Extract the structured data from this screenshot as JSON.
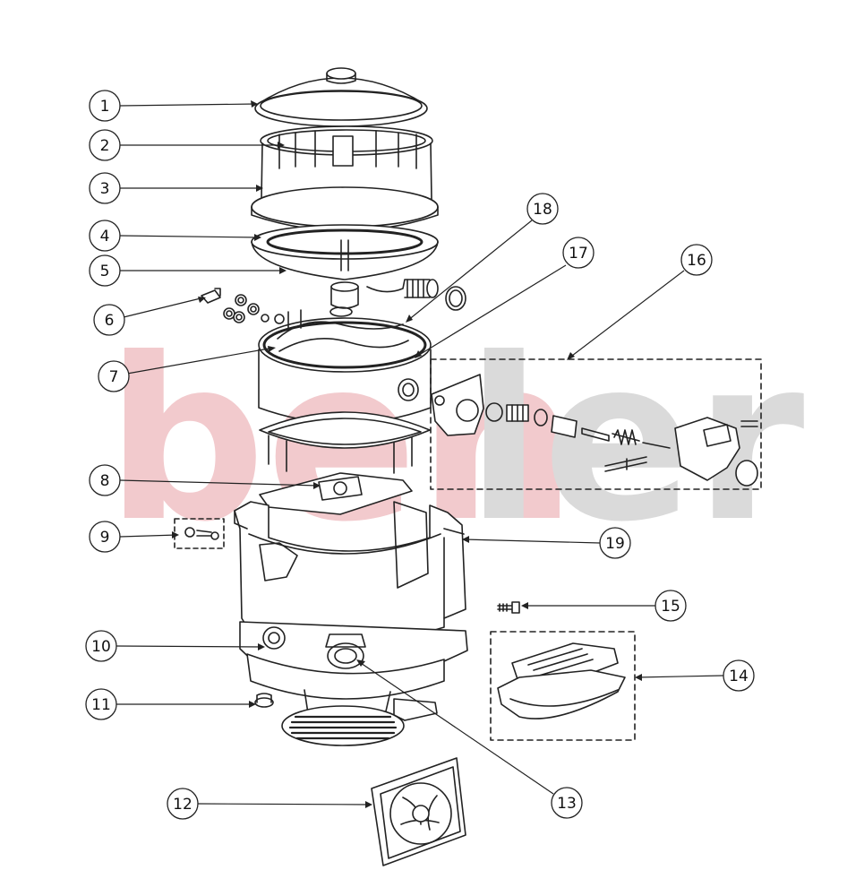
{
  "watermark": {
    "part1": "ben",
    "part2": "ler",
    "color_primary": "#e8a0a6",
    "color_secondary": "#bdbdbd"
  },
  "callouts": [
    {
      "label": "1"
    },
    {
      "label": "2"
    },
    {
      "label": "3"
    },
    {
      "label": "4"
    },
    {
      "label": "5"
    },
    {
      "label": "6"
    },
    {
      "label": "7"
    },
    {
      "label": "8"
    },
    {
      "label": "9"
    },
    {
      "label": "10"
    },
    {
      "label": "11"
    },
    {
      "label": "12"
    },
    {
      "label": "13"
    },
    {
      "label": "14"
    },
    {
      "label": "15"
    },
    {
      "label": "16"
    },
    {
      "label": "17"
    },
    {
      "label": "18"
    },
    {
      "label": "19"
    }
  ]
}
